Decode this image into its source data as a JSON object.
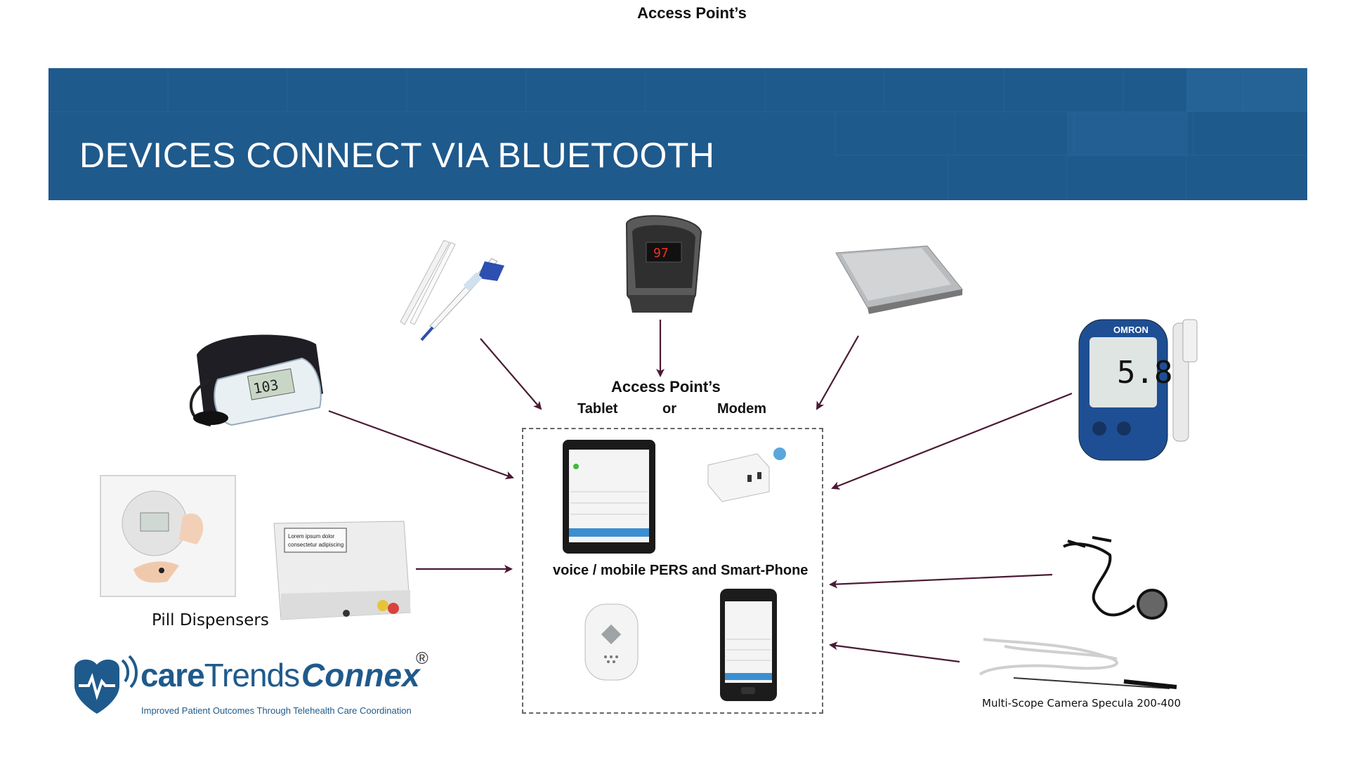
{
  "header": {
    "top_title": "Access Point’s"
  },
  "banner": {
    "title": "DEVICES CONNECT VIA BLUETOOTH"
  },
  "hub": {
    "title": "Access Point’s",
    "tablet": "Tablet",
    "or": "or",
    "modem": "Modem",
    "pers_label": "voice / mobile PERS and Smart-Phone"
  },
  "devices": {
    "pill_label": "Pill Dispensers",
    "scope_label": "Multi-Scope Camera Specula 200-400",
    "pill_box_text": "Lorem ipsum dolor consectetur adipiscing",
    "glucose_reading": "5.8",
    "glucose_brand": "OMRON",
    "bp_reading": "103"
  },
  "logo": {
    "care": "care",
    "trends": "Trends",
    "connex": "Connex",
    "reg": "®",
    "tagline": "Improved Patient Outcomes Through Telehealth Care Coordination"
  },
  "colors": {
    "banner": "#1f5a8c",
    "arrow": "#4a1a33",
    "brand": "#1f5a8c"
  }
}
